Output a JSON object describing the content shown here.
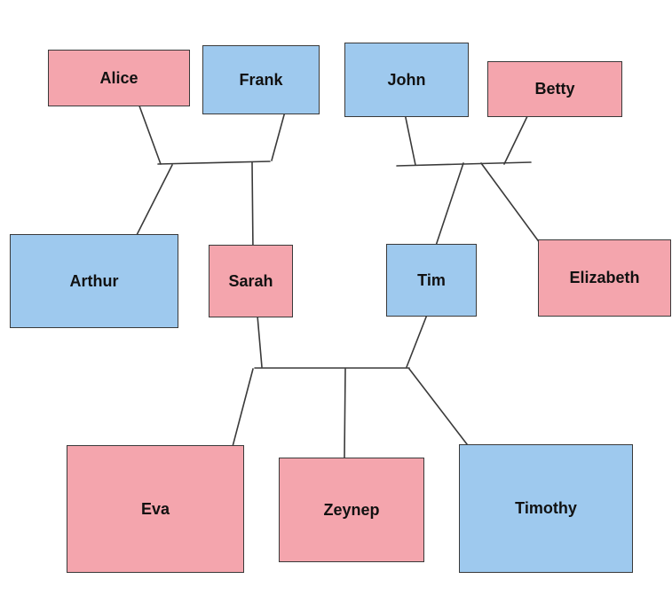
{
  "colors": {
    "female": "#f4a5ad",
    "male": "#9ec9ee",
    "line": "#3a3a3a"
  },
  "people": {
    "alice": "Alice",
    "frank": "Frank",
    "john": "John",
    "betty": "Betty",
    "arthur": "Arthur",
    "sarah": "Sarah",
    "tim": "Tim",
    "elizabeth": "Elizabeth",
    "eva": "Eva",
    "zeynep": "Zeynep",
    "timothy": "Timothy"
  },
  "families": [
    {
      "parents": [
        "alice",
        "frank"
      ],
      "children": [
        "arthur",
        "sarah"
      ]
    },
    {
      "parents": [
        "john",
        "betty"
      ],
      "children": [
        "tim",
        "elizabeth"
      ]
    },
    {
      "parents": [
        "sarah",
        "tim"
      ],
      "children": [
        "eva",
        "zeynep",
        "timothy"
      ]
    }
  ]
}
